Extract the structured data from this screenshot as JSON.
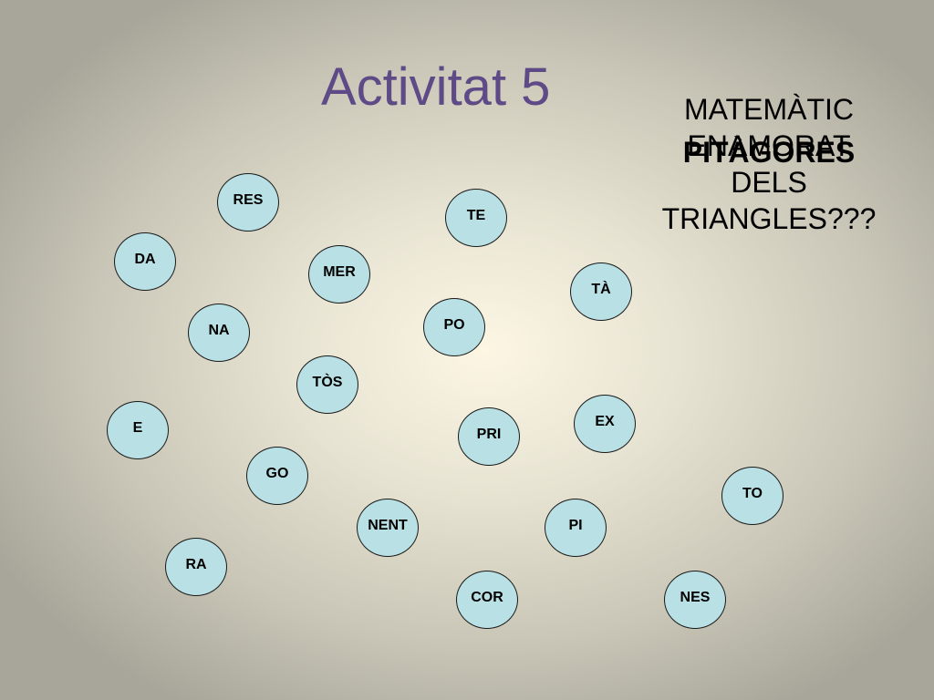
{
  "slide": {
    "title": "Activitat 5",
    "question_lines": [
      "MATEMÀTIC",
      "ENAMORAT",
      "DELS",
      "TRIANGLES???"
    ],
    "answer": "PITÀGORES"
  },
  "syllables": {
    "res": "RES",
    "te": "TE",
    "da": "DA",
    "mer": "MER",
    "ta": "TÀ",
    "po": "PO",
    "na": "NA",
    "tos": "TÒS",
    "e": "E",
    "ex": "EX",
    "pri": "PRI",
    "go": "GO",
    "to": "TO",
    "nent": "NENT",
    "pi": "PI",
    "ra": "RA",
    "cor": "COR",
    "nes": "NES"
  },
  "colors": {
    "title": "#5d4a86",
    "bubble_fill": "#b9e0e4",
    "bubble_border": "#1a1a1a",
    "text": "#000000"
  }
}
